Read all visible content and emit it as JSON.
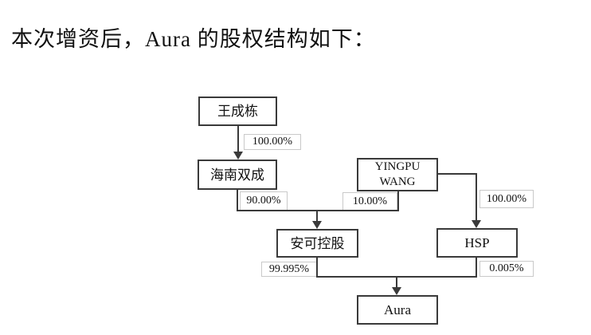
{
  "title": {
    "text": "本次增资后，Aura 的股权结构如下："
  },
  "colors": {
    "background": "#ffffff",
    "line": "#3a3a3a",
    "node_border": "#3a3a3a",
    "label_border": "#c9c9c9",
    "text": "#111111"
  },
  "diagram": {
    "nodes": [
      {
        "id": "wang-chengdong",
        "label": "王成栋"
      },
      {
        "id": "hainan-shuangcheng",
        "label": "海南双成"
      },
      {
        "id": "yingpu-wang",
        "label": "YINGPU WANG"
      },
      {
        "id": "anke-holdings",
        "label": "安可控股"
      },
      {
        "id": "hsp",
        "label": "HSP"
      },
      {
        "id": "aura",
        "label": "Aura"
      }
    ],
    "ownership_labels": [
      {
        "id": "wang-to-hainan",
        "text": "100.00%"
      },
      {
        "id": "hainan-to-anke",
        "text": "90.00%"
      },
      {
        "id": "yingpu-to-anke",
        "text": "10.00%"
      },
      {
        "id": "yingpu-to-hsp",
        "text": "100.00%"
      },
      {
        "id": "anke-to-aura",
        "text": "99.995%"
      },
      {
        "id": "hsp-to-aura",
        "text": "0.005%"
      }
    ]
  }
}
